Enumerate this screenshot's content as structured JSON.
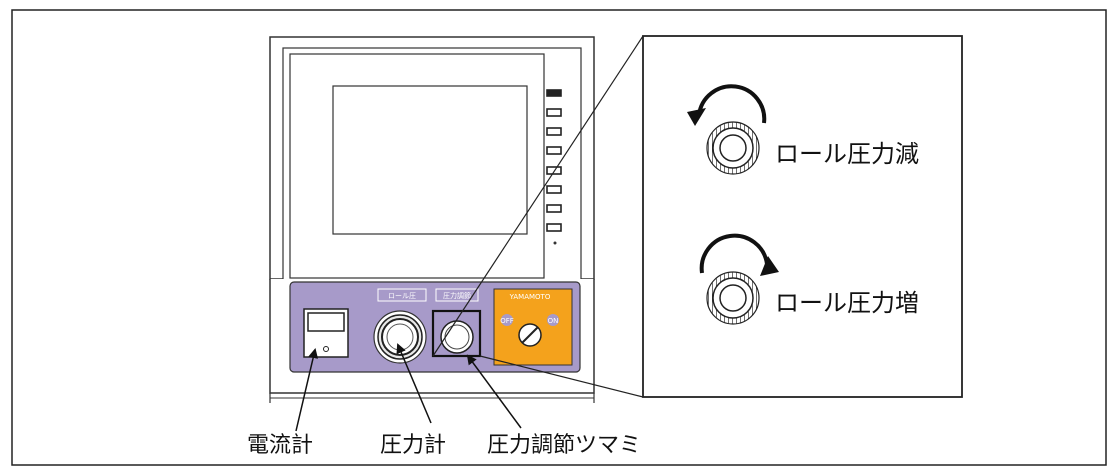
{
  "callouts": {
    "ammeter": "電流計",
    "pressure_gauge": "圧力計",
    "pressure_knob": "圧力調節ツマミ"
  },
  "detail": {
    "decrease": "ロール圧力減",
    "increase": "ロール圧力増"
  },
  "panel": {
    "roll_pressure_tag": "ロール圧",
    "pressure_adjust_tag": "圧力調節",
    "brand": "YAMAMOTO",
    "off": "OFF",
    "on": "ON"
  },
  "colors": {
    "panel_purple": "#a79ac9",
    "switch_orange": "#f4a21c"
  }
}
